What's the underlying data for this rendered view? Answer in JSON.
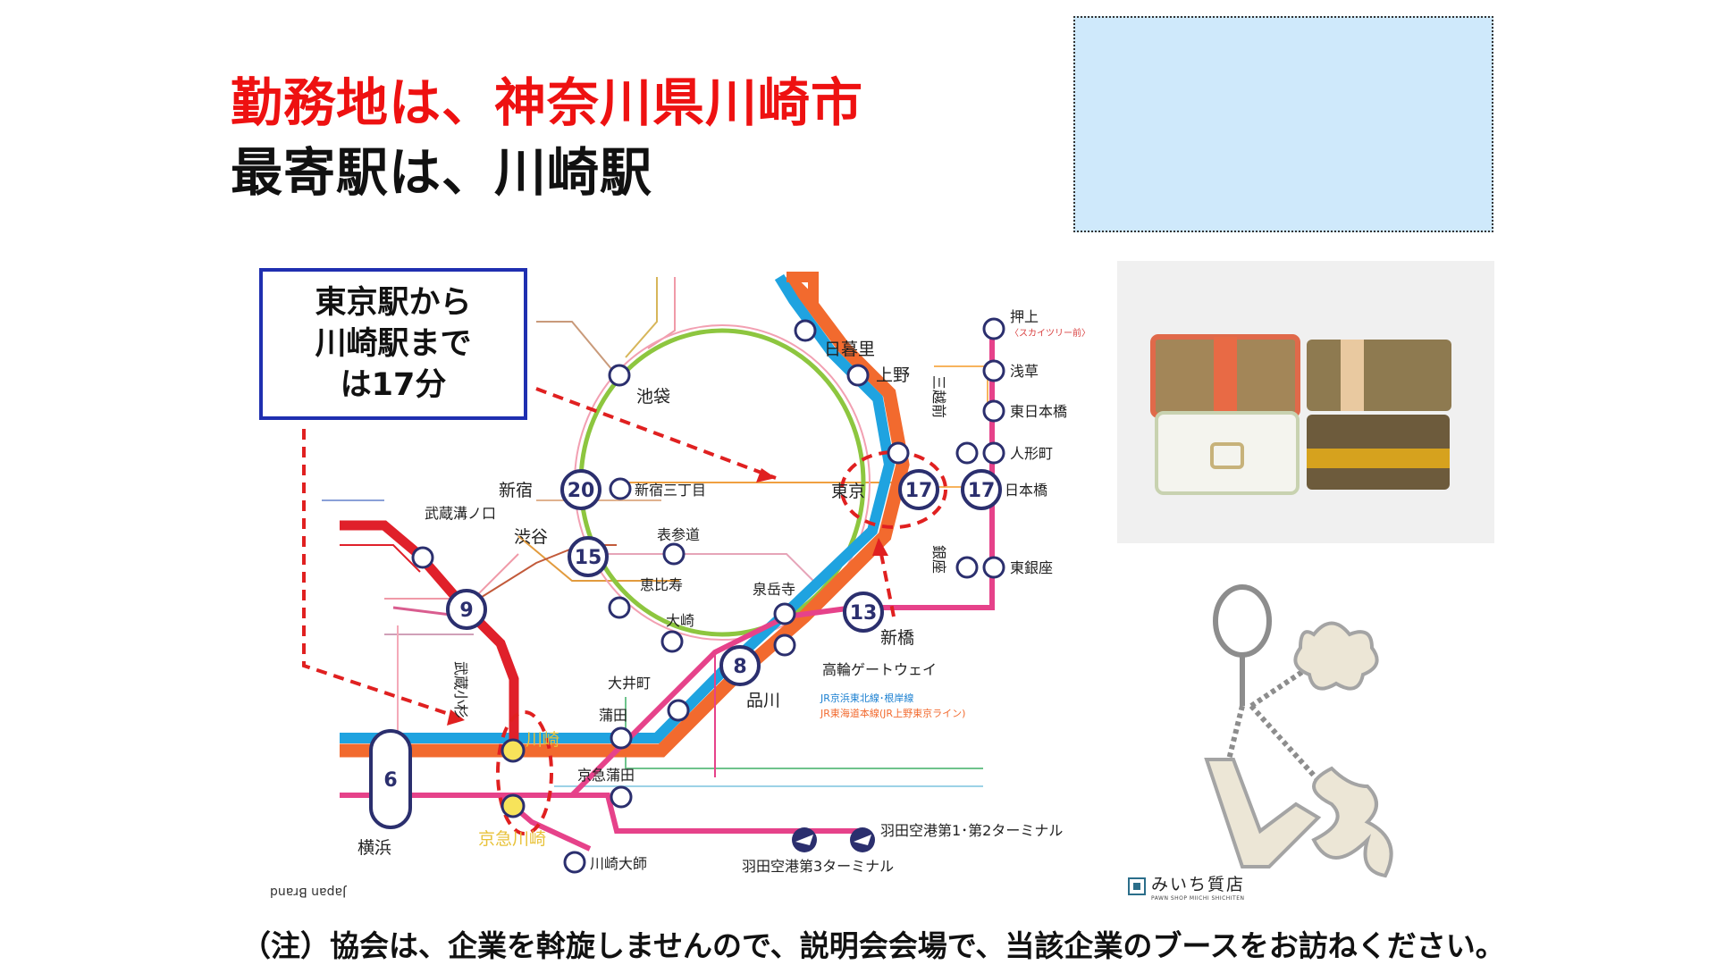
{
  "headline": {
    "line1": "勤務地は、神奈川県川崎市",
    "line2": "最寄駅は、川崎駅"
  },
  "callout": {
    "lines": [
      "東京駅から",
      "川崎駅まで",
      "は17分"
    ]
  },
  "stations": {
    "nippori": "日暮里",
    "ueno": "上野",
    "ikebukuro": "池袋",
    "shinjuku": "新宿",
    "shinjuku_sanchome": "新宿三丁目",
    "shibuya": "渋谷",
    "omotesando": "表参道",
    "ebisu": "恵比寿",
    "osaki": "大崎",
    "sengakuji": "泉岳寺",
    "tokyo": "東京",
    "shimbashi": "新橋",
    "takanawa": "高輪ゲートウェイ",
    "shinagawa": "品川",
    "oimachi": "大井町",
    "kamata": "蒲田",
    "keikyu_kamata": "京急蒲田",
    "kawasaki_daishi": "川崎大師",
    "haneda_1_2": "羽田空港第1･第2ターミナル",
    "haneda_3": "羽田空港第3ターミナル",
    "yokohama": "横浜",
    "musashi_kosugi": "武蔵小杉",
    "musashi_mizonokuchi": "武蔵溝ノ口",
    "oshiage": "押上",
    "oshiage_sub": "〈スカイツリー前〉",
    "asakusa": "浅草",
    "higashi_nihombashi": "東日本橋",
    "ningyocho": "人形町",
    "nihombashi": "日本橋",
    "higashi_ginza": "東銀座",
    "mitsukoshimae": "三越前",
    "ginza": "銀座",
    "kawasaki": "川崎",
    "keikyu_kawasaki": "京急川崎"
  },
  "times": {
    "shinjuku": "20",
    "shibuya": "15",
    "tokyo": "17",
    "nihombashi": "17",
    "shimbashi": "13",
    "shinagawa": "8",
    "musashi_kosugi": "9",
    "yokohama": "6"
  },
  "legend": {
    "line1": "JR京浜東北線･根岸線",
    "line2": "JR東海道本線(JR上野東京ライン)"
  },
  "photo_wallets": "wallets-photo",
  "shop": {
    "name": "みいち質店",
    "sub": "PAWN SHOP MIICHI SHICHITEN"
  },
  "brand": "Japan Brand",
  "note": "（注）協会は、企業を斡旋しませんので、説明会会場で、当該企業のブースをお訪ねください。",
  "colors": {
    "headline_red": "#ee1111",
    "callout_border": "#1f2fb0",
    "jr_orange": "#f26a2e",
    "keihin_blue": "#1fa3e0",
    "keikyu_pink": "#e6428a",
    "yamanote_green": "#8dc63f",
    "toyoko_red": "#e0202a"
  }
}
